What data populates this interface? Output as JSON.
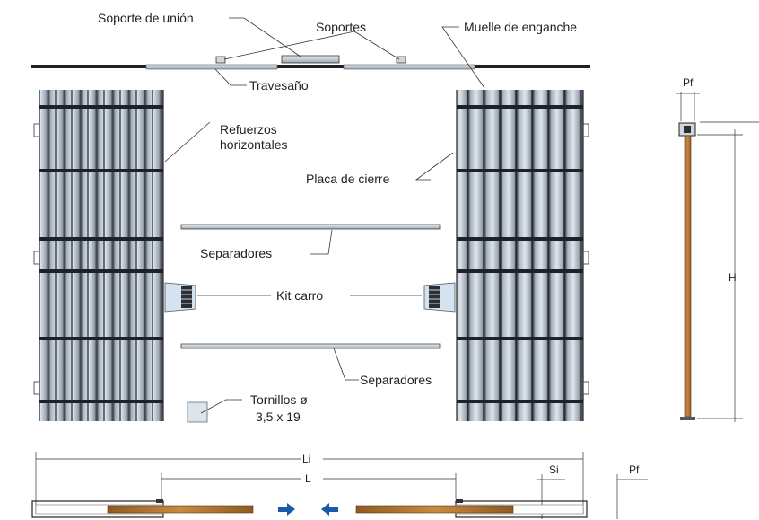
{
  "labels": {
    "soporte_union": "Soporte de unión",
    "soportes": "Soportes",
    "muelle": "Muelle de enganche",
    "travesano": "Travesaño",
    "refuerzos_1": "Refuerzos",
    "refuerzos_2": "horizontales",
    "placa": "Placa de cierre",
    "separadores_top": "Separadores",
    "kit_carro": "Kit carro",
    "separadores_bottom": "Separadores",
    "tornillos_1": "Tornillos ø",
    "tornillos_2": "3,5 x 19"
  },
  "dimensions": {
    "pf_side": "Pf",
    "h": "H",
    "li": "Li",
    "l": "L",
    "si": "Si",
    "pf_bottom": "Pf"
  },
  "colors": {
    "frame_dark": "#2a2f36",
    "frame_mid": "#8a96a3",
    "frame_light": "#c7d0d9",
    "wood": "#b87a35",
    "arrow_blue": "#1a5aa8",
    "line": "#333333"
  }
}
